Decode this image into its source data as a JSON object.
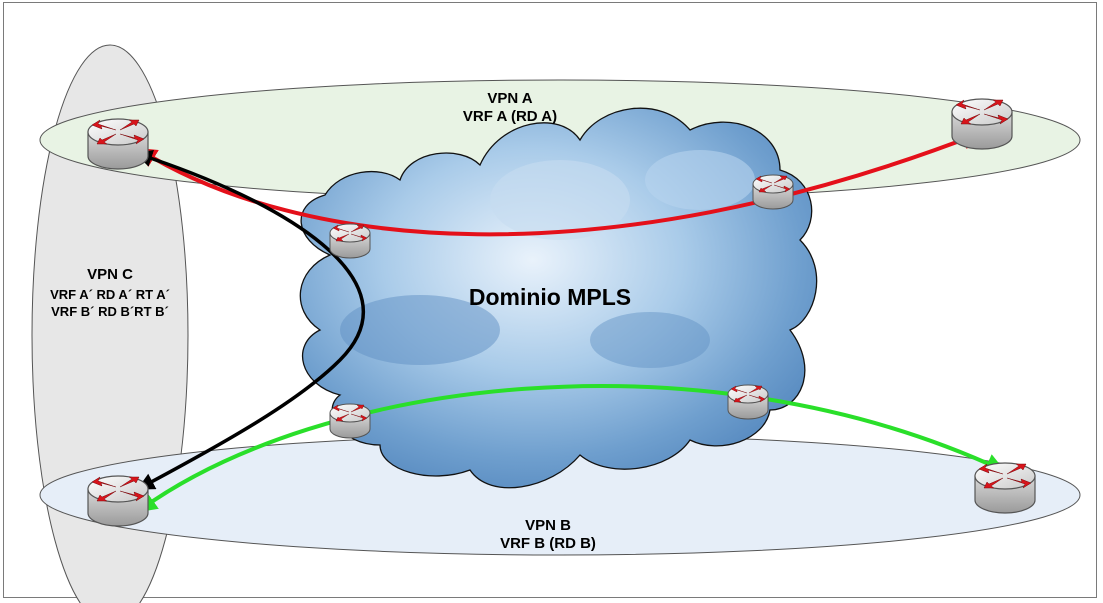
{
  "vpn_a": {
    "name": "VPN A",
    "vrf": "VRF A (RD A)"
  },
  "vpn_b": {
    "name": "VPN B",
    "vrf": "VRF B (RD B)"
  },
  "vpn_c": {
    "name": "VPN C",
    "line1": "VRF A´ RD A´ RT A´",
    "line2": "VRF B´ RD B´RT B´"
  },
  "domain": {
    "name": "Dominio MPLS"
  },
  "colors": {
    "vpn_a_fill": "#e8f3e4",
    "vpn_b_fill": "#e6eef8",
    "vpn_c_fill": "#e7e7e7",
    "cloud_fill": "#8fb9de",
    "path_a": "#e4101a",
    "path_b": "#2adf2a",
    "path_c": "#000000",
    "router_arrow": "#d8141b"
  },
  "icons": [
    "router-icon",
    "cloud-icon",
    "double-arrow-icon"
  ]
}
